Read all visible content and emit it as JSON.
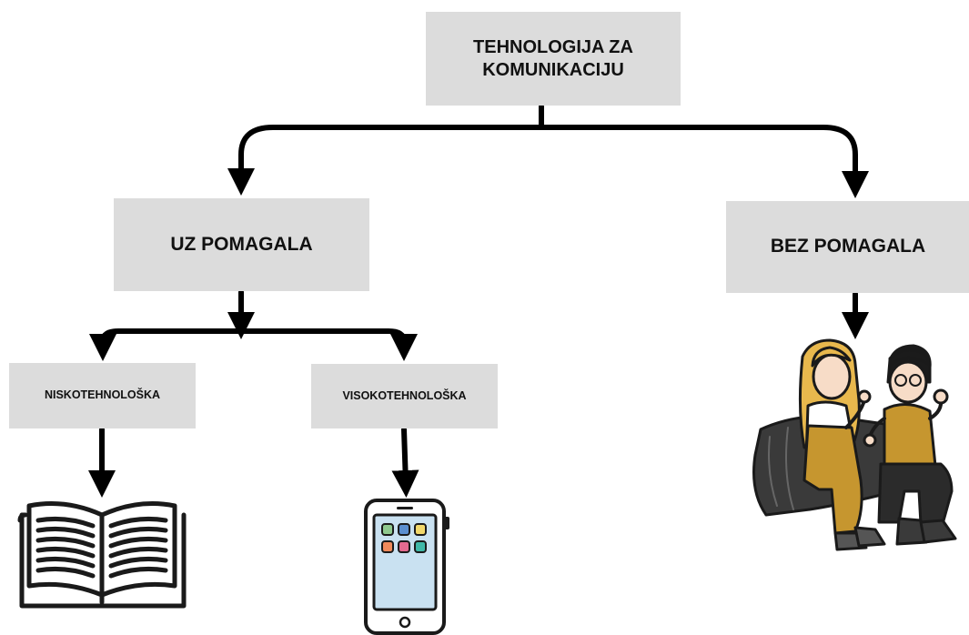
{
  "nodes": {
    "root": "TEHNOLOGIJA ZA KOMUNIKACIJU",
    "aided": "UZ POMAGALA",
    "unaided": "BEZ POMAGALA",
    "low_tech": "NISKOTEHNOLOŠKA",
    "high_tech": "VISOKOTEHNOLOŠKA"
  },
  "illustrations": {
    "low_tech": "open-book-icon",
    "high_tech": "smartphone-icon",
    "unaided": "children-signing-illustration"
  },
  "colors": {
    "box_fill": "#dcdcdc",
    "line": "#000000",
    "text": "#111111",
    "phone_screen": "#c9e1f1",
    "app_colors": [
      "#8fc98f",
      "#5b8fd0",
      "#f2d86b",
      "#f08a5b",
      "#e46a8f",
      "#3fb8a8"
    ],
    "hair_girl": "#e8b84d",
    "hair_boy": "#1b1b1b",
    "outfit_mustard": "#c6962f",
    "bench": "#3a3a3a"
  }
}
